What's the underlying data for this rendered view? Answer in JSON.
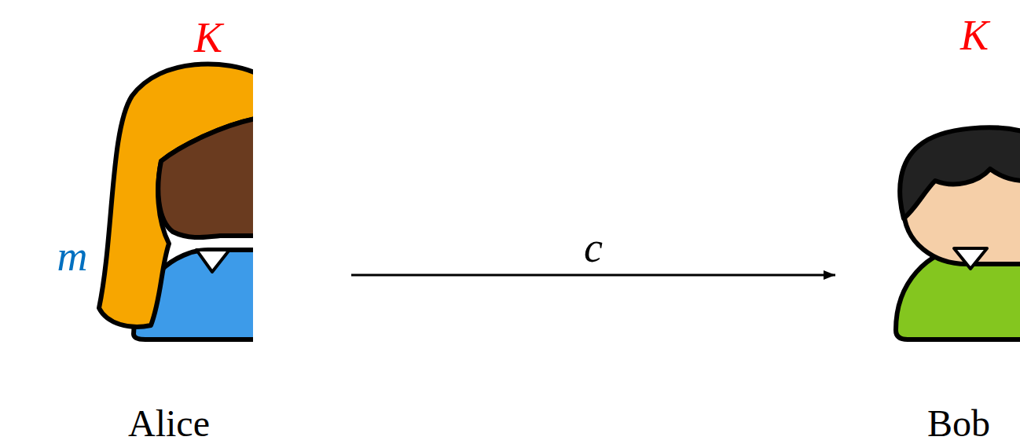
{
  "diagram": {
    "nodes": [
      {
        "text": [
          "Alice"
        ]
      },
      {
        "text": [
          "Bob"
        ]
      }
    ],
    "edges": [
      {
        "from": 0,
        "to": 1,
        "label": "c",
        "arrow": "to"
      }
    ],
    "labels": [
      "K",
      "m",
      "K"
    ]
  }
}
